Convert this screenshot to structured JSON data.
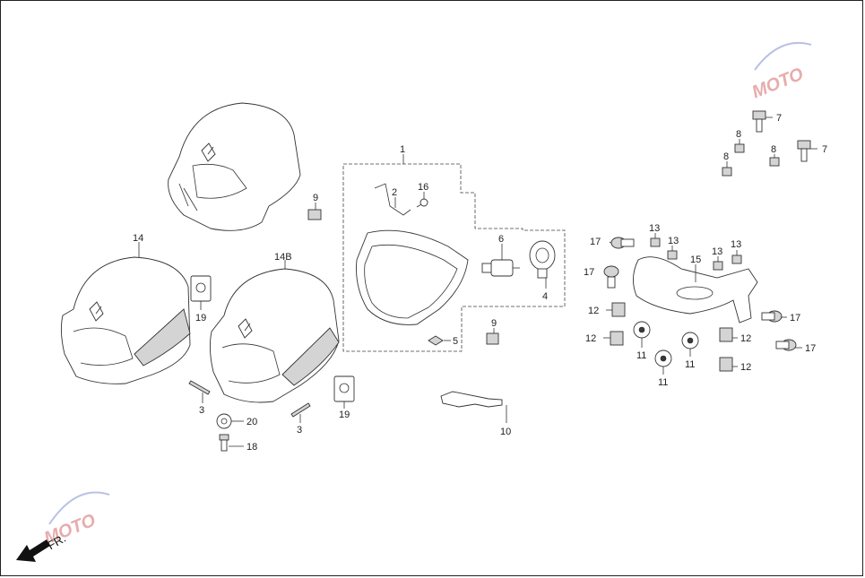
{
  "diagram": {
    "watermark_text": "MOTO",
    "front_marker": "FR.",
    "callouts": [
      {
        "id": "c1",
        "text": "1"
      },
      {
        "id": "c2",
        "text": "2"
      },
      {
        "id": "c16",
        "text": "16"
      },
      {
        "id": "c6",
        "text": "6"
      },
      {
        "id": "c4",
        "text": "4"
      },
      {
        "id": "c5",
        "text": "5"
      },
      {
        "id": "c9a",
        "text": "9"
      },
      {
        "id": "c9b",
        "text": "9"
      },
      {
        "id": "c10",
        "text": "10"
      },
      {
        "id": "c14",
        "text": "14"
      },
      {
        "id": "c14b",
        "text": "14B"
      },
      {
        "id": "c19a",
        "text": "19"
      },
      {
        "id": "c19b",
        "text": "19"
      },
      {
        "id": "c3a",
        "text": "3"
      },
      {
        "id": "c3b",
        "text": "3"
      },
      {
        "id": "c20",
        "text": "20"
      },
      {
        "id": "c18",
        "text": "18"
      },
      {
        "id": "c7a",
        "text": "7"
      },
      {
        "id": "c7b",
        "text": "7"
      },
      {
        "id": "c8a",
        "text": "8"
      },
      {
        "id": "c8b",
        "text": "8"
      },
      {
        "id": "c8c",
        "text": "8"
      },
      {
        "id": "c13a",
        "text": "13"
      },
      {
        "id": "c13b",
        "text": "13"
      },
      {
        "id": "c13c",
        "text": "13"
      },
      {
        "id": "c13d",
        "text": "13"
      },
      {
        "id": "c15",
        "text": "15"
      },
      {
        "id": "c17a",
        "text": "17"
      },
      {
        "id": "c17b",
        "text": "17"
      },
      {
        "id": "c17c",
        "text": "17"
      },
      {
        "id": "c17d",
        "text": "17"
      },
      {
        "id": "c12a",
        "text": "12"
      },
      {
        "id": "c12b",
        "text": "12"
      },
      {
        "id": "c12c",
        "text": "12"
      },
      {
        "id": "c12d",
        "text": "12"
      },
      {
        "id": "c11a",
        "text": "11"
      },
      {
        "id": "c11b",
        "text": "11"
      },
      {
        "id": "c11c",
        "text": "11"
      }
    ]
  }
}
